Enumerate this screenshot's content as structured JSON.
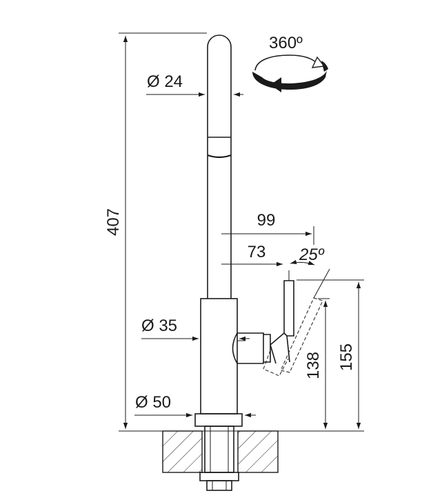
{
  "dimensions": {
    "overall_height": "407",
    "spout_diameter": "Ø 24",
    "body_diameter": "Ø 35",
    "base_diameter": "Ø 50",
    "reach_outer": "99",
    "reach_inner": "73",
    "lever_angle": "25º",
    "rotation": "360º",
    "lever_height_low": "138",
    "lever_height_high": "155"
  },
  "colors": {
    "line": "#1a1a1a",
    "background": "#ffffff"
  }
}
